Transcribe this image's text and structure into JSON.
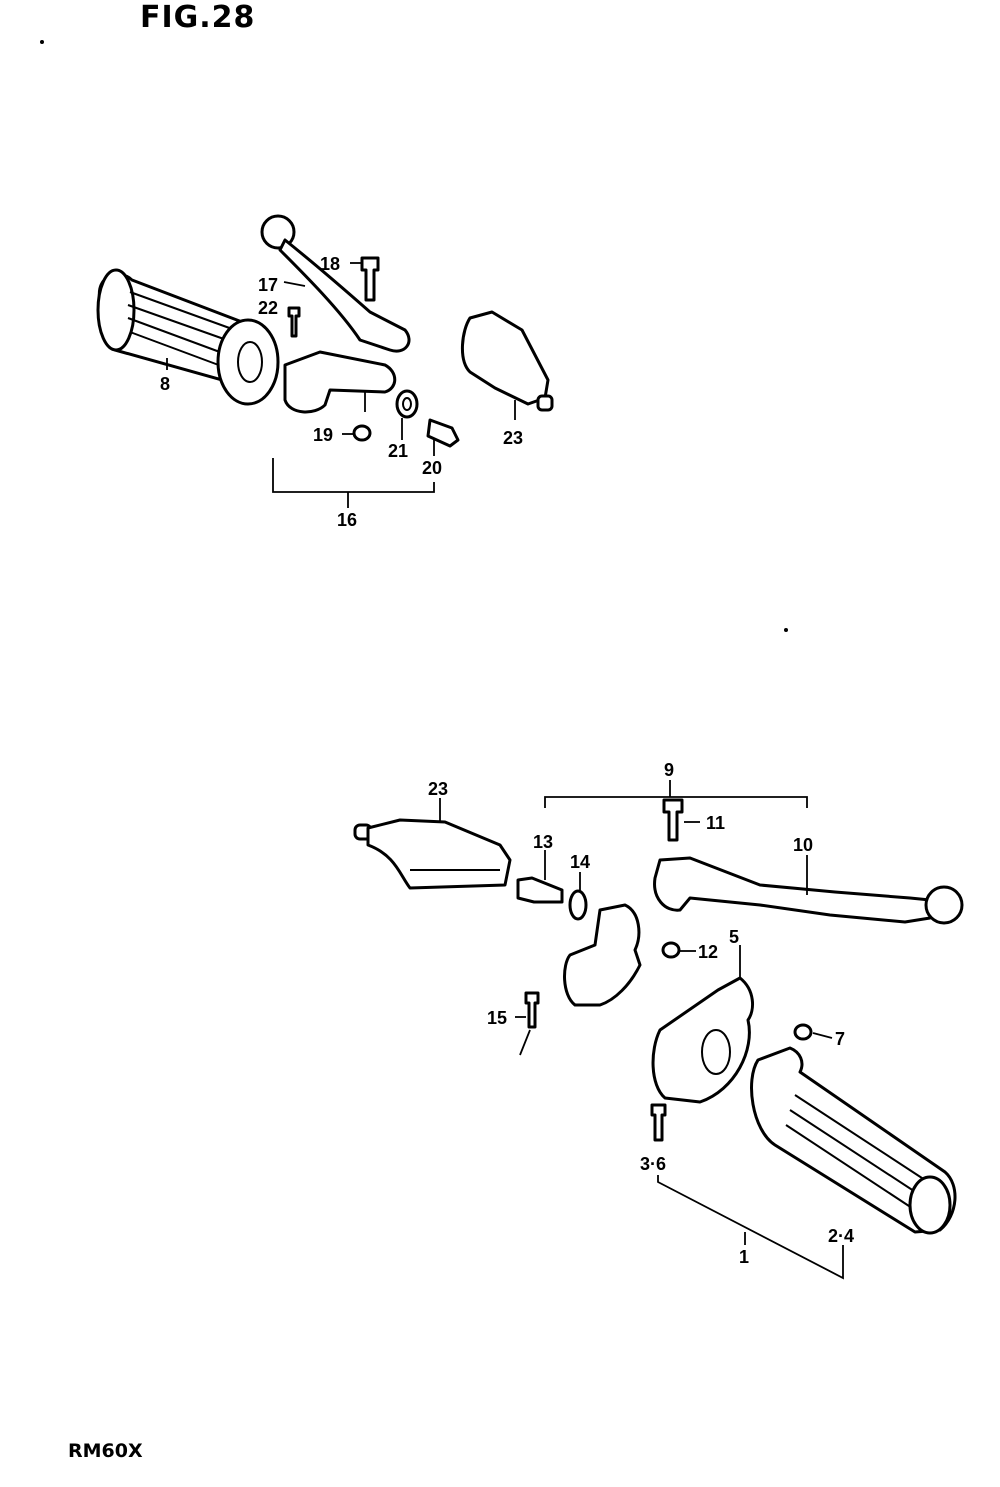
{
  "figure": {
    "title": "FIG.28",
    "model": "RM60X"
  },
  "callouts": {
    "c1": "1",
    "c2_4": "2·4",
    "c3_6": "3·6",
    "c5": "5",
    "c7": "7",
    "c8": "8",
    "c9": "9",
    "c10": "10",
    "c11": "11",
    "c12": "12",
    "c13": "13",
    "c14": "14",
    "c15": "15",
    "c16": "16",
    "c17": "17",
    "c18": "18",
    "c19": "19",
    "c20": "20",
    "c21": "21",
    "c22": "22",
    "c23_top": "23",
    "c23_bottom": "23"
  }
}
